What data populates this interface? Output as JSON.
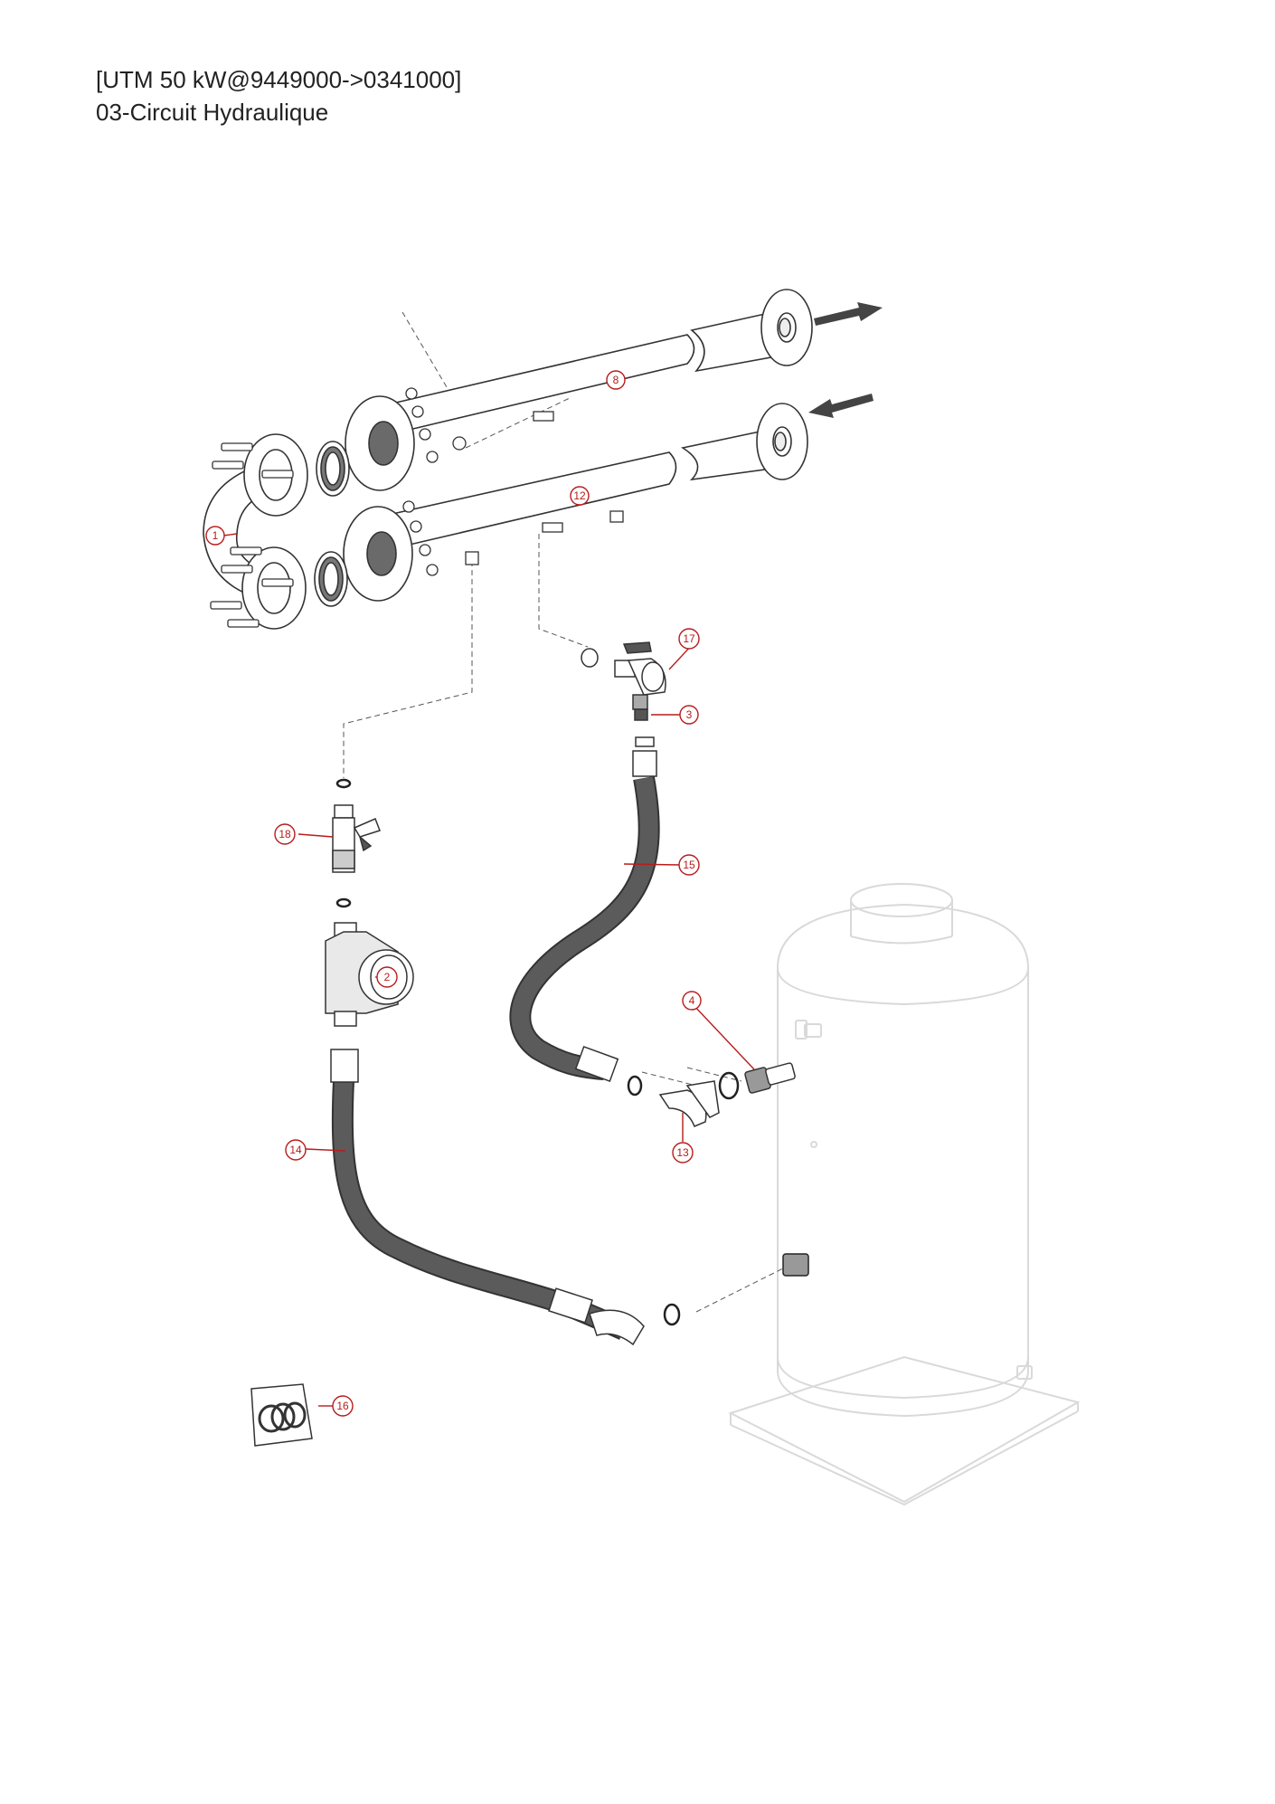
{
  "header": {
    "model_line": "[UTM 50 kW@9449000->0341000]",
    "section_title": "03-Circuit Hydraulique"
  },
  "callouts": [
    {
      "id": "c1",
      "label": "1"
    },
    {
      "id": "c2",
      "label": "2"
    },
    {
      "id": "c3",
      "label": "3"
    },
    {
      "id": "c4",
      "label": "4"
    },
    {
      "id": "c8",
      "label": "8"
    },
    {
      "id": "c12",
      "label": "12"
    },
    {
      "id": "c13",
      "label": "13"
    },
    {
      "id": "c14",
      "label": "14"
    },
    {
      "id": "c15",
      "label": "15"
    },
    {
      "id": "c16",
      "label": "16"
    },
    {
      "id": "c17",
      "label": "17"
    },
    {
      "id": "c18",
      "label": "18"
    }
  ],
  "colors": {
    "callout": "#b71c1c",
    "line": "#333333",
    "hose": "#555555",
    "ghost": "#d9d9d9"
  },
  "icons": [
    "arrow-out-icon",
    "arrow-in-icon"
  ]
}
